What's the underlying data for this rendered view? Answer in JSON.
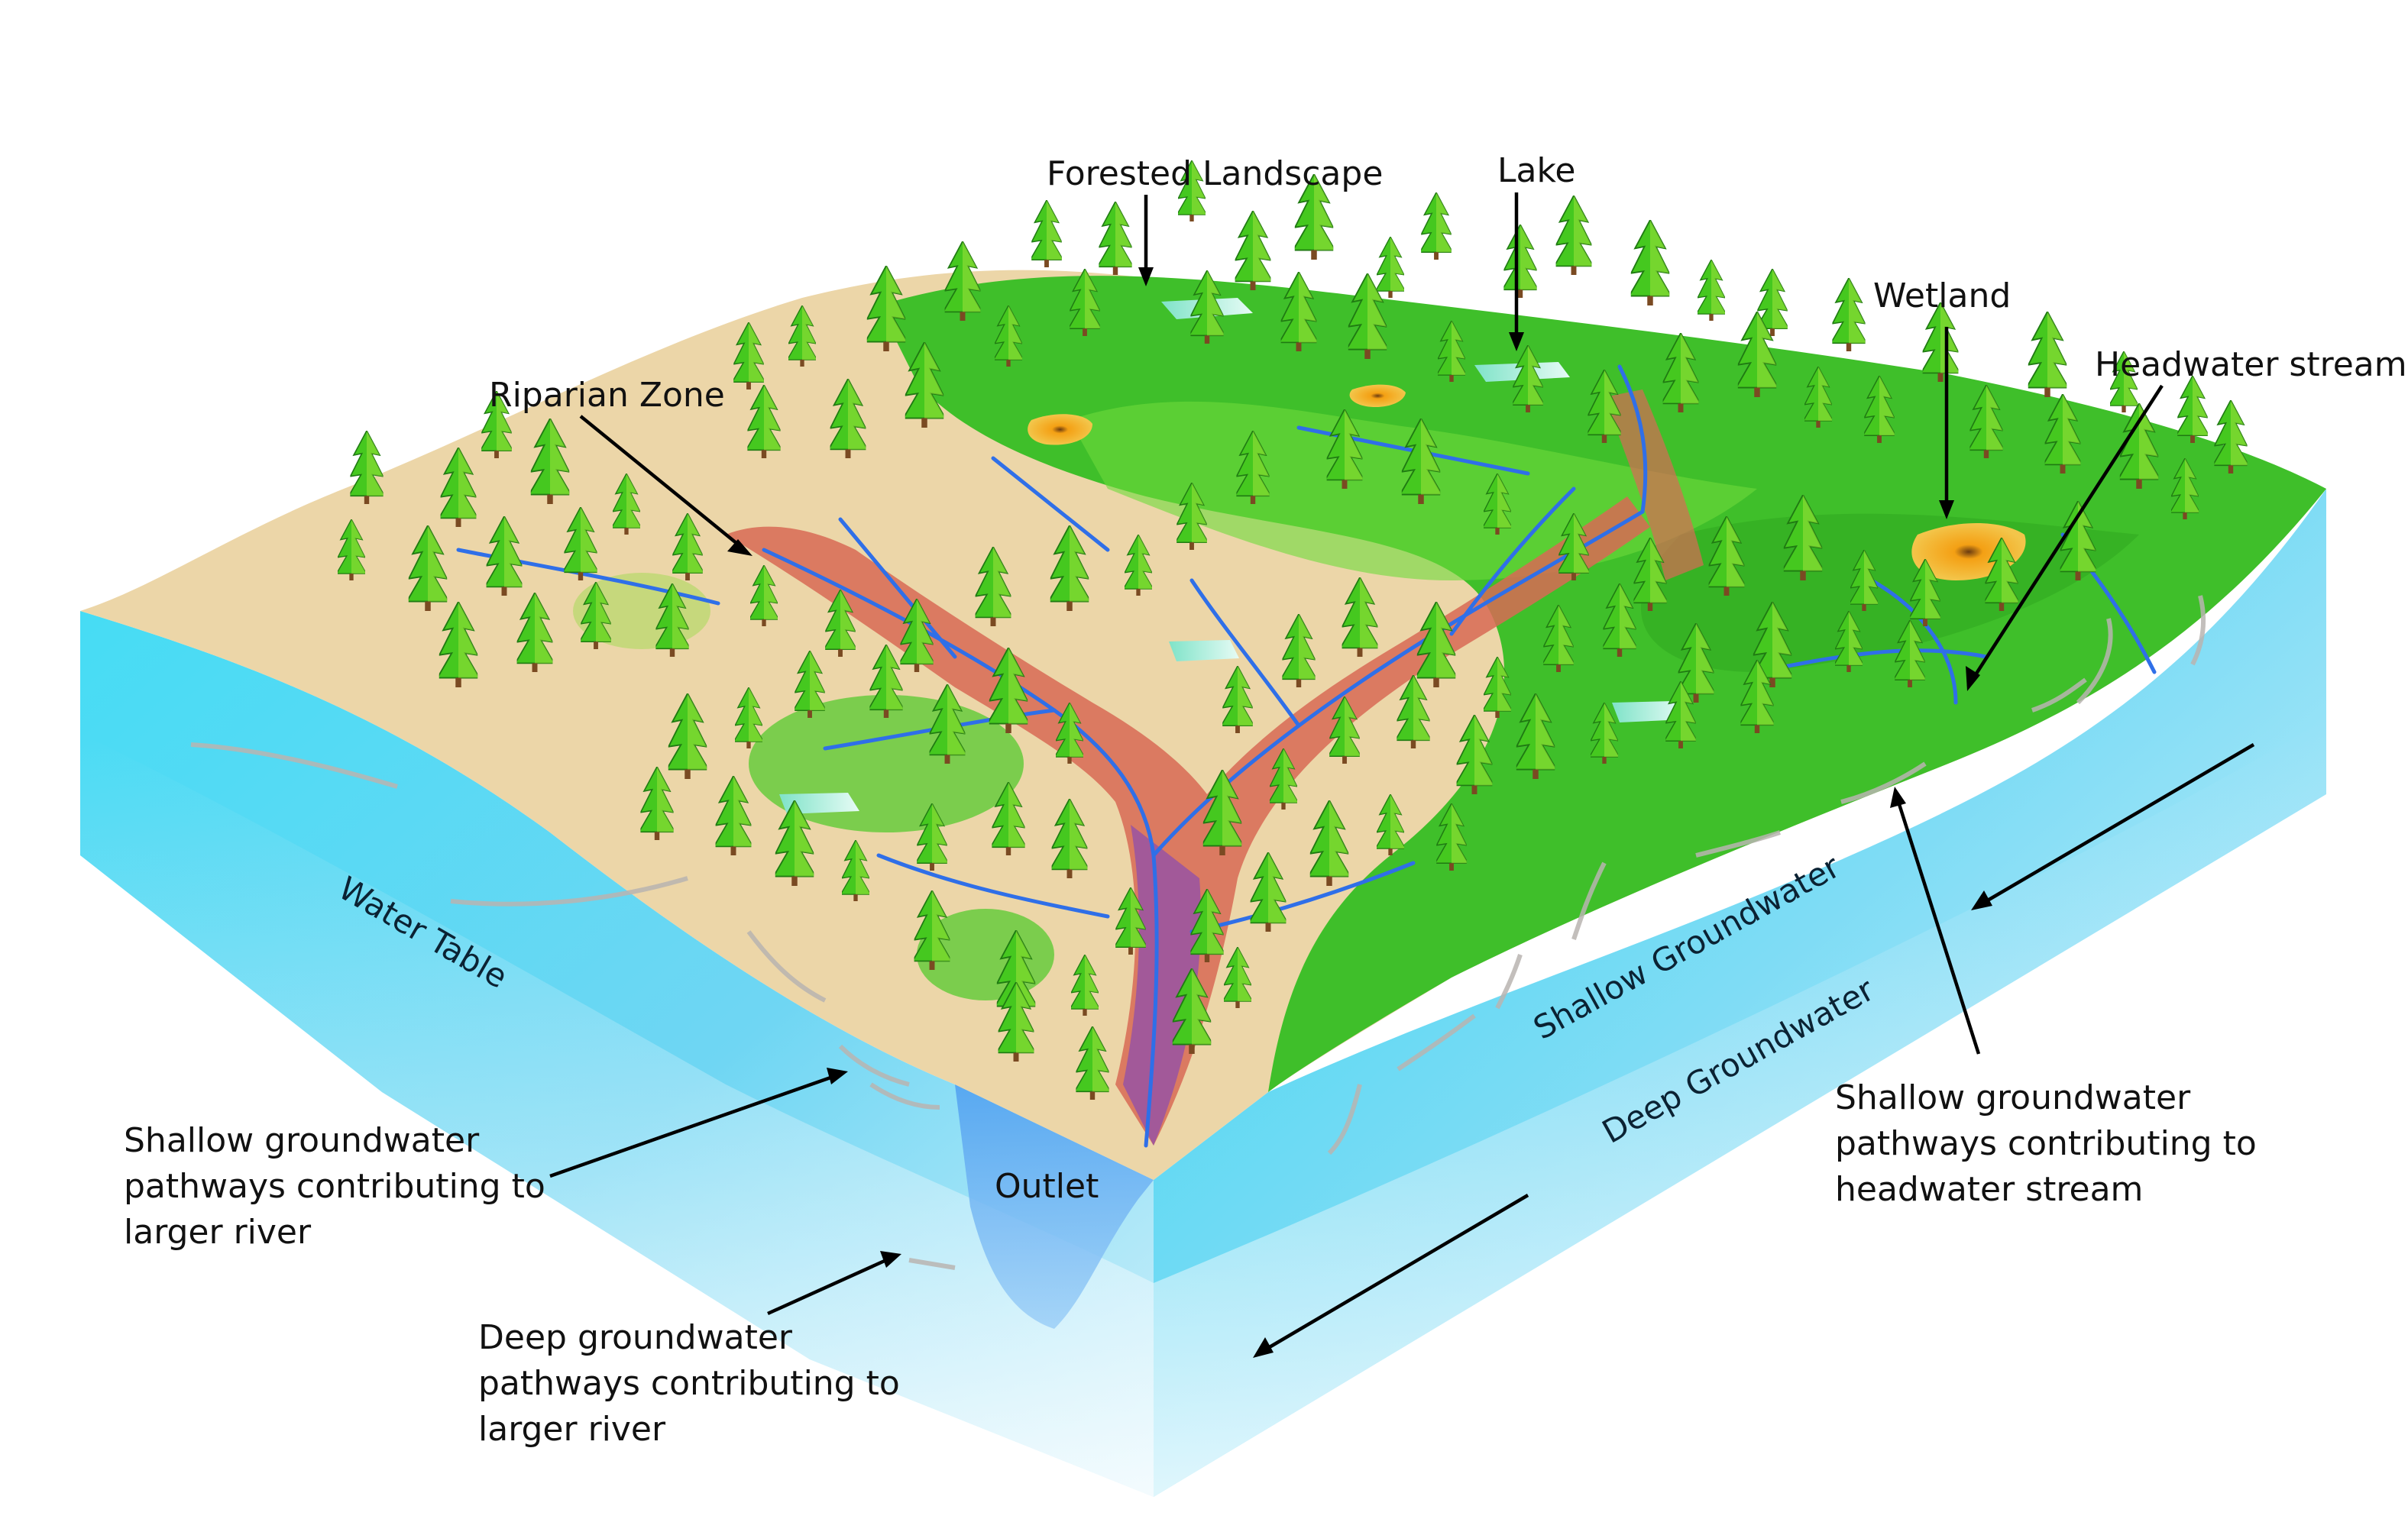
{
  "labels": {
    "forested_landscape": "Forested Landscape",
    "lake": "Lake",
    "wetland": "Wetland",
    "headwater_stream": "Headwater stream",
    "riparian_zone": "Riparian Zone",
    "water_table": "Water Table",
    "shallow_groundwater": "Shallow Groundwater",
    "deep_groundwater": "Deep Groundwater",
    "outlet": "Outlet"
  },
  "callouts": {
    "shallow_larger_river": [
      "Shallow groundwater",
      "pathways contributing to",
      "larger river"
    ],
    "deep_larger_river": [
      "Deep groundwater",
      "pathways contributing to",
      "larger river"
    ],
    "shallow_headwater": [
      "Shallow groundwater",
      "pathways contributing to",
      "headwater stream"
    ]
  },
  "colors": {
    "forest_green": "#3fbf2a",
    "sand": "#ecd6a8",
    "riparian": "#d86a55",
    "water": "#3ed8f2",
    "deep_water": "#8fd9f5",
    "stream_blue": "#2f6fe8",
    "wetland_orange": "#f0a51f"
  }
}
